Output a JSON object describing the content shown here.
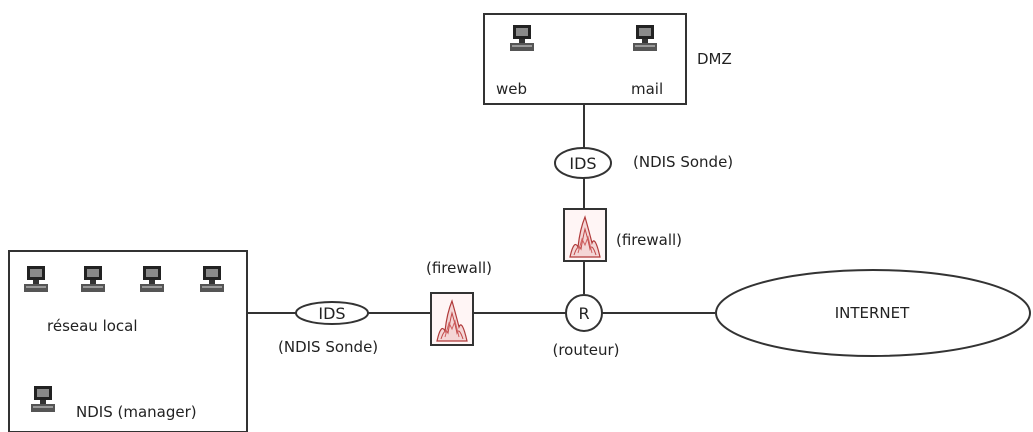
{
  "dmz": {
    "label": "DMZ",
    "hosts": [
      {
        "label": "web",
        "icon": "computer-icon"
      },
      {
        "label": "mail",
        "icon": "computer-icon"
      }
    ]
  },
  "dmz_ids": {
    "label": "IDS",
    "caption": "(NDIS Sonde)"
  },
  "dmz_firewall": {
    "caption": "(firewall)",
    "icon": "firewall-icon"
  },
  "lan": {
    "label": "réseau local",
    "host_count": 4,
    "host_icon": "computer-icon",
    "manager": {
      "label": "NDIS (manager)",
      "icon": "computer-icon"
    }
  },
  "lan_ids": {
    "label": "IDS",
    "caption": "(NDIS Sonde)"
  },
  "lan_firewall": {
    "caption": "(firewall)",
    "icon": "firewall-icon"
  },
  "router": {
    "label": "R",
    "caption": "(routeur)"
  },
  "internet": {
    "label": "INTERNET"
  }
}
